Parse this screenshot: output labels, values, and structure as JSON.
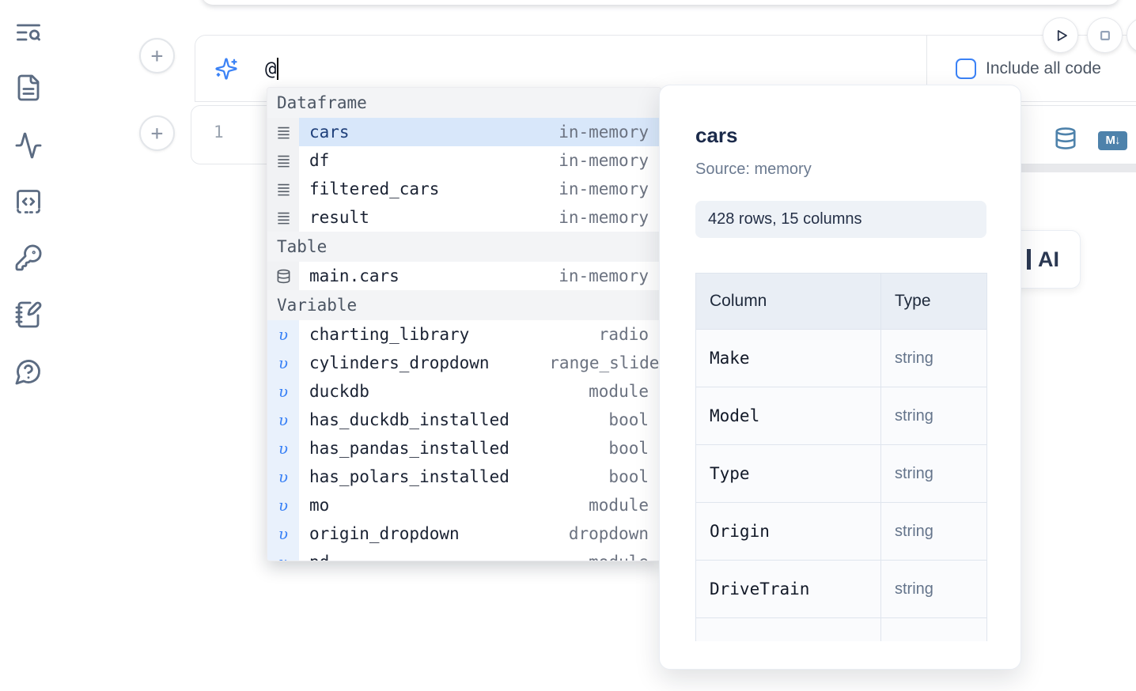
{
  "colors": {
    "accent": "#3b82f6",
    "icon_blue": "#4e82ab",
    "selected_row": "#d8e7fa"
  },
  "sidebar": {
    "icons": [
      "text-search",
      "file-document",
      "activity",
      "code-square",
      "key",
      "notebook-pen",
      "help-chat"
    ]
  },
  "ai_panel": {
    "add_cell_label": "+",
    "input_value": "@",
    "include_checkbox": {
      "checked": false,
      "label": "Include all code"
    }
  },
  "cell": {
    "line_number": "1",
    "markdown_badge": "M↓"
  },
  "autocomplete": {
    "sections": [
      {
        "label": "Dataframe",
        "kind": "dataframe",
        "items": [
          {
            "name": "cars",
            "type": "in-memory",
            "selected": true
          },
          {
            "name": "df",
            "type": "in-memory"
          },
          {
            "name": "filtered_cars",
            "type": "in-memory"
          },
          {
            "name": "result",
            "type": "in-memory"
          }
        ]
      },
      {
        "label": "Table",
        "kind": "table",
        "items": [
          {
            "name": "main.cars",
            "type": "in-memory"
          }
        ]
      },
      {
        "label": "Variable",
        "kind": "variable",
        "items": [
          {
            "name": "charting_library",
            "type": "radio"
          },
          {
            "name": "cylinders_dropdown",
            "type": "range_slider",
            "overflow": true
          },
          {
            "name": "duckdb",
            "type": "module"
          },
          {
            "name": "has_duckdb_installed",
            "type": "bool"
          },
          {
            "name": "has_pandas_installed",
            "type": "bool"
          },
          {
            "name": "has_polars_installed",
            "type": "bool"
          },
          {
            "name": "mo",
            "type": "module"
          },
          {
            "name": "origin_dropdown",
            "type": "dropdown"
          },
          {
            "name": "pd",
            "type": "module"
          }
        ]
      }
    ]
  },
  "preview_card": {
    "title": "cars",
    "source": "Source: memory",
    "shape_badge": "428 rows, 15 columns",
    "table": {
      "headers": [
        "Column",
        "Type"
      ],
      "rows": [
        [
          "Make",
          "string"
        ],
        [
          "Model",
          "string"
        ],
        [
          "Type",
          "string"
        ],
        [
          "Origin",
          "string"
        ],
        [
          "DriveTrain",
          "string"
        ],
        [
          "",
          ""
        ]
      ]
    }
  },
  "ai_button": {
    "label": "AI"
  }
}
